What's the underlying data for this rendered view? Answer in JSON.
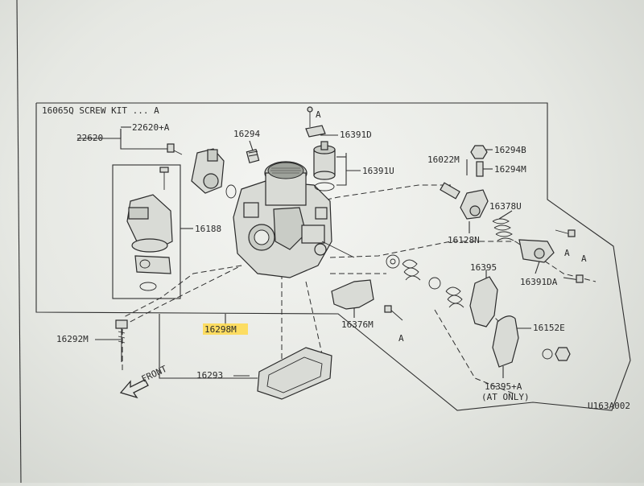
{
  "labels": {
    "screw_kit": "16065Q SCREW KIT ... A",
    "p22620": "22620",
    "p22620a": "22620+A",
    "p16294": "16294",
    "p16391d": "16391D",
    "p16391u": "16391U",
    "p16022m": "16022M",
    "p16294b": "16294B",
    "p16294m": "16294M",
    "p16378u": "16378U",
    "p16128n": "16128N",
    "p16188": "16188",
    "p16395": "16395",
    "p16391da": "16391DA",
    "p16292m": "16292M",
    "p16298m": "16298M",
    "p16376m": "16376M",
    "p16152e": "16152E",
    "p16293": "16293",
    "p16395a": "16395+A",
    "at_only": "(AT ONLY)",
    "front": "FRONT",
    "fig_code": "U163A002",
    "a1": "A",
    "a2": "A",
    "a3": "A",
    "a4": "A"
  },
  "colors": {
    "highlight": "#ffd94a",
    "ink": "#2a2a2a"
  }
}
